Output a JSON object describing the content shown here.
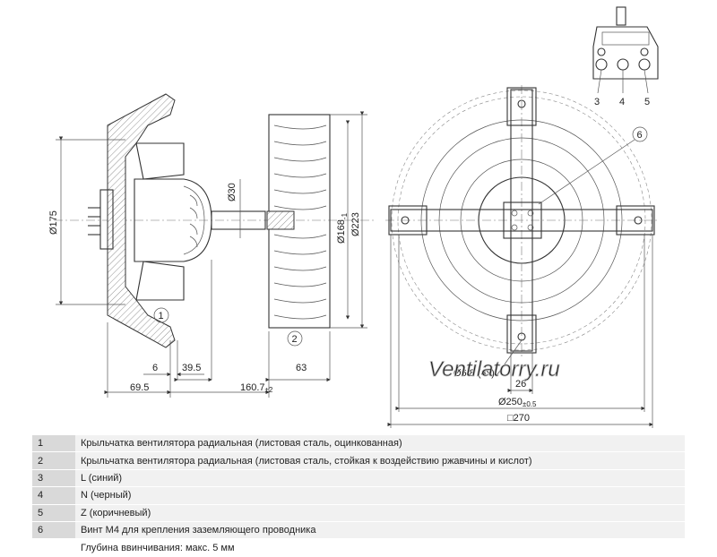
{
  "callouts": {
    "c1": "1",
    "c2": "2",
    "c3": "3",
    "c4": "4",
    "c5": "5",
    "c6": "6"
  },
  "dimensions": {
    "d175": "Ø175",
    "d30": "Ø30",
    "d168": "Ø168",
    "d168_tol": "-1",
    "d223": "Ø223",
    "d6": "6",
    "d39_5": "39.5",
    "d63": "63",
    "d69_5": "69.5",
    "d160_7": "160.7",
    "d160_7_tol": "±2",
    "holes": "Ø6.8 (4x)",
    "d26": "26",
    "d250": "Ø250",
    "d250_tol": "±0.5",
    "d270": "□270"
  },
  "watermark": "Ventilatorry.ru",
  "legend": [
    {
      "num": "1",
      "text": "Крыльчатка вентилятора радиальная (листовая сталь, оцинкованная)"
    },
    {
      "num": "2",
      "text": "Крыльчатка вентилятора радиальная (листовая сталь, стойкая к воздействию ржавчины и кислот)"
    },
    {
      "num": "3",
      "text": "L (синий)"
    },
    {
      "num": "4",
      "text": "N (черный)"
    },
    {
      "num": "5",
      "text": "Z (коричневый)"
    },
    {
      "num": "6",
      "text": "Винт М4 для крепления заземляющего проводника"
    },
    {
      "num": "",
      "text": "Глубина ввинчивания: макс. 5 мм"
    }
  ]
}
